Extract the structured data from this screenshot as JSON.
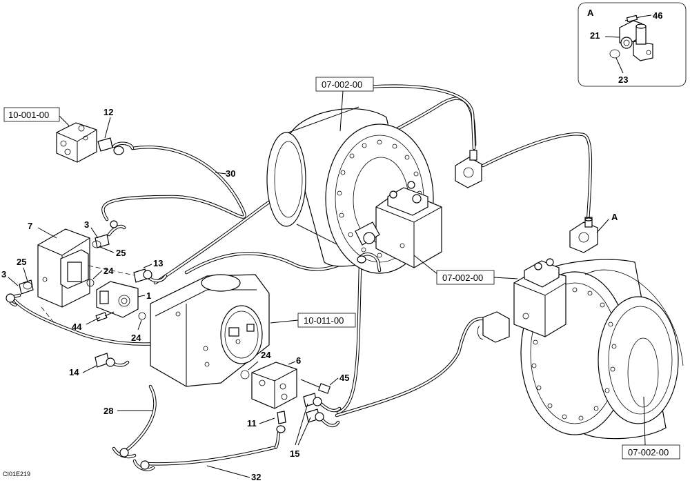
{
  "drawing_code": "CI01E219",
  "detail": {
    "letter": "A",
    "parts": {
      "bolt": "46",
      "clamp": "21",
      "oring": "23"
    }
  },
  "detail_callout": "A",
  "refs": {
    "valve_block_ref": "10-001-00",
    "motor_top_ref": "07-002-00",
    "motor_mid_ref": "07-002-00",
    "motor_right_ref": "07-002-00",
    "pump_ref": "10-011-00"
  },
  "parts": {
    "fitting_12": "12",
    "hose_30": "30",
    "block_7": "7",
    "fitting_3a": "3",
    "oring_25a": "25",
    "fitting_3b": "3",
    "oring_25b": "25",
    "oring_24a": "24",
    "fitting_13": "13",
    "flange_1": "1",
    "bolt_44": "44",
    "oring_24b": "24",
    "fitting_14": "14",
    "oring_24c": "24",
    "block_6": "6",
    "bolt_45": "45",
    "fitting_11": "11",
    "fittings_15": "15",
    "hose_28": "28",
    "hose_32": "32"
  }
}
